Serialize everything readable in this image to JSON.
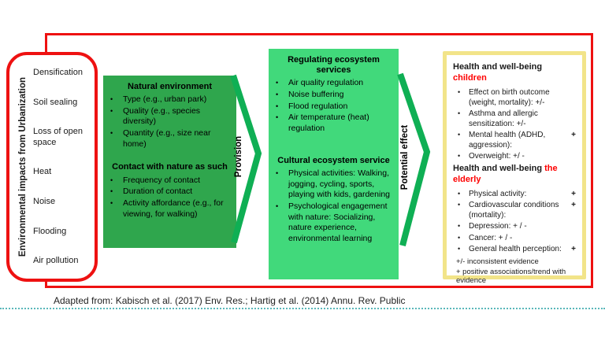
{
  "colors": {
    "red": "#ee1111",
    "redText": "#fe0000",
    "darkGreen": "#2fa64d",
    "brightGreen": "#41d97b",
    "arrowGreen": "#0faf54",
    "yellowBorder": "#f2e489",
    "teal": "#5ab8ba"
  },
  "left_panel": {
    "vertical_label": "Environmental impacts from Urbanization",
    "items": [
      "Densification",
      "Soil sealing",
      "Loss of open space",
      "Heat",
      "Noise",
      "Flooding",
      "Air pollution"
    ]
  },
  "natural_box": {
    "title1": "Natural environment",
    "items1": [
      "Type (e.g., urban park)",
      "Quality (e.g., species diversity)",
      "Quantity (e.g., size near home)"
    ],
    "title2": "Contact with nature as such",
    "items2": [
      "Frequency of contact",
      "Duration of contact",
      "Activity affordance (e.g., for viewing, for walking)"
    ]
  },
  "arrows": {
    "provision_label": "Provision",
    "potential_label": "Potential effect"
  },
  "regulating_box": {
    "title": "Regulating ecosystem services",
    "items": [
      "Air quality regulation",
      "Noise buffering",
      "Flood regulation",
      "Air temperature (heat) regulation"
    ]
  },
  "cultural_box": {
    "title": "Cultural ecosystem service",
    "items": [
      "Physical activities: Walking, jogging, cycling, sports, playing with kids, gardening",
      "Psychological engagement with nature: Socializing, nature experience, environmental learning"
    ]
  },
  "health_box": {
    "children_title_black": "Health and well-being ",
    "children_title_red": "children",
    "children_items": [
      {
        "text": "Effect on birth outcome (weight, mortality): +/-"
      },
      {
        "text": "Asthma and allergic sensitization: +/-"
      },
      {
        "text": "Mental health (ADHD, aggression):",
        "mark": "+"
      },
      {
        "text": "Overweight: +/ -"
      }
    ],
    "elderly_title_black": "Health and well-being ",
    "elderly_title_red": "the elderly",
    "elderly_items": [
      {
        "text": "Physical activity:",
        "mark": "+"
      },
      {
        "text": "Cardiovascular conditions (mortality):",
        "mark": "+"
      },
      {
        "text": "Depression: + / -"
      },
      {
        "text": "Cancer: + / -"
      },
      {
        "text": "General health perception:",
        "mark": "+"
      }
    ],
    "footnotes": [
      "+/- inconsistent evidence",
      "+ positive associations/trend with evidence"
    ]
  },
  "caption": "Adapted from: Kabisch et al. (2017) Env. Res.; Hartig et al. (2014) Annu. Rev. Public"
}
